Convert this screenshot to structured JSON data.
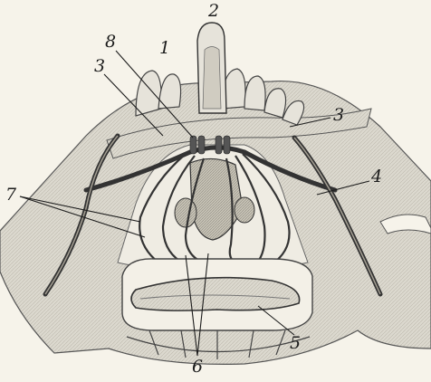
{
  "figure": {
    "labels": {
      "l1": "1",
      "l2": "2",
      "l3a": "3",
      "l3b": "3",
      "l4": "4",
      "l5": "5",
      "l6": "6",
      "l7": "7",
      "l8": "8"
    },
    "colors": {
      "background": "#f6f3ea",
      "tissue": "#d9d6cc",
      "tissue_light": "#e8e5dc",
      "vessel": "#3a3a3a",
      "ink": "#1c1c1c"
    }
  }
}
